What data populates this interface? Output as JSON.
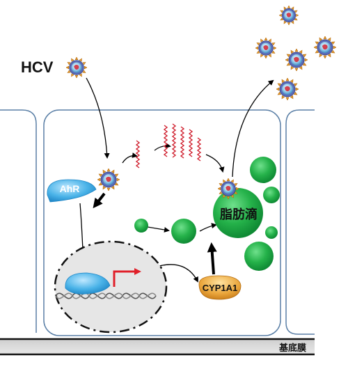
{
  "labels": {
    "hcv": "HCV",
    "ahr": "AhR",
    "lipid_droplet": "脂肪滴",
    "cyp1a1": "CYP1A1",
    "basement_membrane": "基底膜"
  },
  "icons": {
    "virus": "virus-particle-icon"
  },
  "colors": {
    "membrane": "#5a7fa6",
    "lipid_green": "#25b24a",
    "lipid_dark": "#0f8a34",
    "rna_red": "#d0202f",
    "ahr_blue": "#4ab3e8",
    "cyp_orange": "#e6a23a",
    "promoter_arrow": "#e0202a",
    "nucleus_fill": "#e6e6e6",
    "basement_gray": "#d3d3d3"
  }
}
